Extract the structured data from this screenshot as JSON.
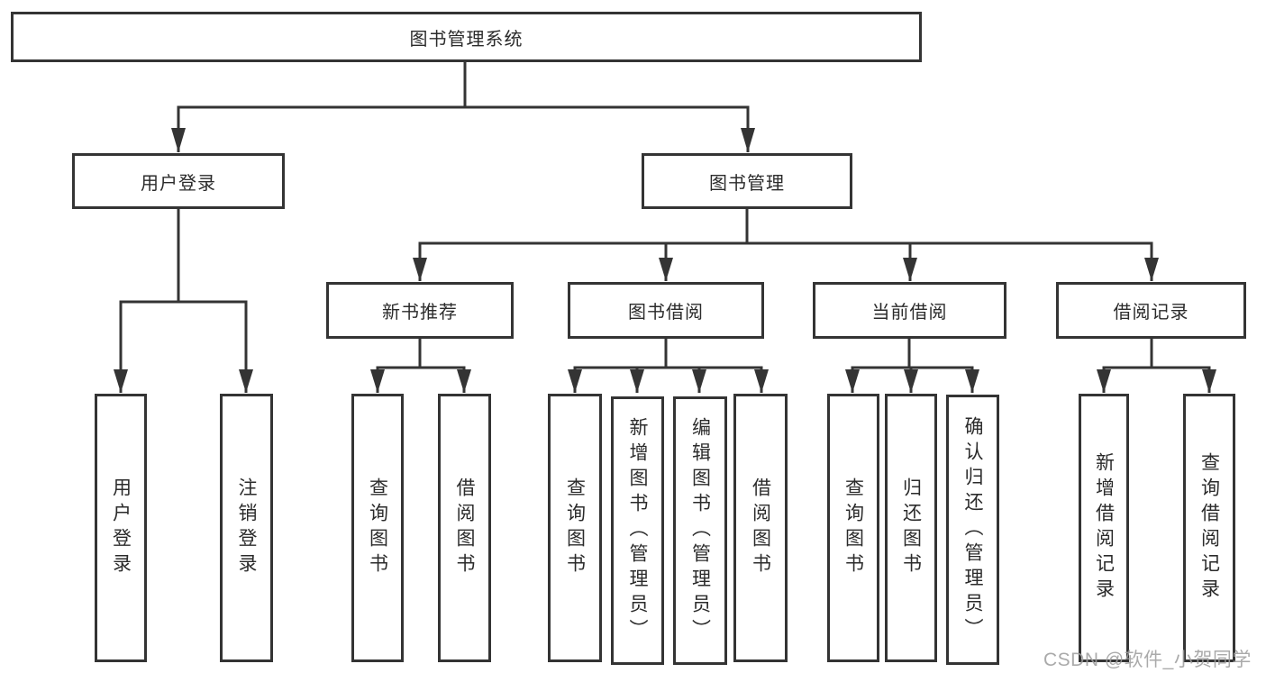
{
  "tree": {
    "label": "图书管理系统",
    "children": [
      {
        "label": "用户登录",
        "children": [
          {
            "label": "用户登录"
          },
          {
            "label": "注销登录"
          }
        ]
      },
      {
        "label": "图书管理",
        "children": [
          {
            "label": "新书推荐",
            "children": [
              {
                "label": "查询图书"
              },
              {
                "label": "借阅图书"
              }
            ]
          },
          {
            "label": "图书借阅",
            "children": [
              {
                "label": "查询图书"
              },
              {
                "label": "新增图书（管理员）"
              },
              {
                "label": "编辑图书（管理员）"
              },
              {
                "label": "借阅图书"
              }
            ]
          },
          {
            "label": "当前借阅",
            "children": [
              {
                "label": "查询图书"
              },
              {
                "label": "归还图书"
              },
              {
                "label": "确认归还（管理员）"
              }
            ]
          },
          {
            "label": "借阅记录",
            "children": [
              {
                "label": "新增借阅记录"
              },
              {
                "label": "查询借阅记录"
              }
            ]
          }
        ]
      }
    ]
  },
  "watermark": {
    "text": "CSDN @软件_小贺同学"
  },
  "colors": {
    "line": "#343434",
    "box_border": "#343434",
    "box_fill": "#ffffff",
    "text": "#2b2b2b",
    "watermark": "#9e9e9e"
  }
}
